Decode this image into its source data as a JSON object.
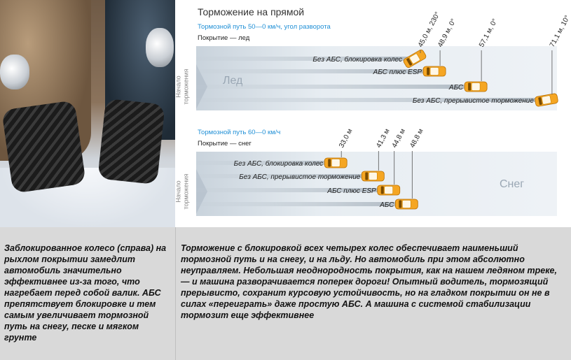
{
  "photo": {
    "alt_label": ""
  },
  "chart_data": [
    {
      "type": "bar",
      "title": "Торможение на прямой",
      "subtitle": "Тормозной путь 50—0 км/ч, угол разворота",
      "surface_label": "Покрытие — лед",
      "zone_label": "Лед",
      "start_label": "Начало торможения",
      "categories": [
        "Без АБС, блокировка колес",
        "АБС плюс ESP",
        "АБС",
        "Без АБС, прерывистое торможение"
      ],
      "values": [
        45.0,
        48.9,
        57.1,
        71.1
      ],
      "angles": [
        230,
        0,
        0,
        10
      ],
      "data_labels": [
        "45,0 м, 230°",
        "48,9 м, 0°",
        "57,1 м, 0°",
        "71,1 м, 10°"
      ]
    },
    {
      "type": "bar",
      "subtitle": "Тормозной путь 60—0 км/ч",
      "surface_label": "Покрытие — снег",
      "zone_label": "Снег",
      "start_label": "Начало торможения",
      "categories": [
        "Без АБС, блокировка колес",
        "Без АБС, прерывистое торможение",
        "АБС плюс ESP",
        "АБС"
      ],
      "values": [
        33.0,
        41.3,
        44.8,
        48.8
      ],
      "data_labels": [
        "33,0 м",
        "41,3 м",
        "44,8 м",
        "48,8 м"
      ]
    }
  ],
  "captions": {
    "left": "Заблокированное колесо (справа) на рыхлом покрытии замедлит автомобиль значительно эффективнее из-за того, что нагребает перед собой валик. АБС препятствует блокировке и тем самым увеличивает тормозной путь на снегу, песке и мягком грунте",
    "right": "Торможение с блокировкой всех четырех колес обеспечивает наименьший тормозной путь и на снегу, и на льду. Но автомобиль при этом абсолютно неуправляем. Небольшая неоднородность покрытия, как на нашем ледяном треке, — и машина разворачивается поперек дороги! Опытный водитель, тормозящий прерывисто, сохранит курсовую устойчивость, но на гладком покрытии он не в силах «переиграть» даже простую АБС. А машина с системой стабилизации тормозит еще эффективнее"
  },
  "colors": {
    "accent_blue": "#1f8fd6",
    "car_orange": "#f5a623",
    "track_grey": "#dfe7ee",
    "text_dark": "#222222"
  }
}
